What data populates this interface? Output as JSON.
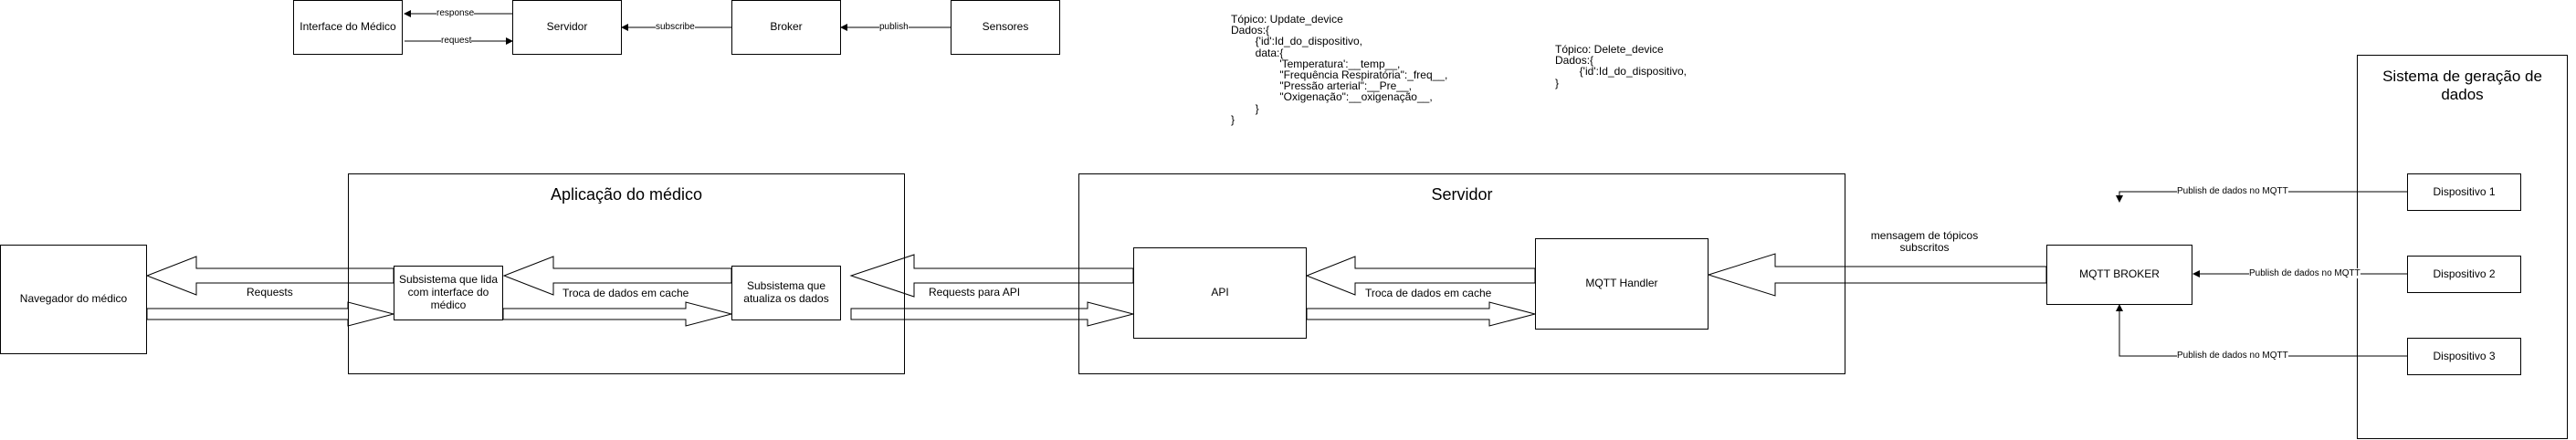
{
  "top_flow": {
    "interface": "Interface do Médico",
    "servidor": "Servidor",
    "broker": "Broker",
    "sensores": "Sensores",
    "response": "response",
    "request": "request",
    "subscribe": "subscribe",
    "publish": "publish"
  },
  "topics": {
    "update": {
      "lines": [
        "Tópico: Update_device",
        "Dados:{",
        "        {'id':Id_do_dispositivo,",
        "        data:{",
        "                'Temperatura':__temp__,",
        "                \"Frequência Respiratória\":_freq__,",
        "                \"Pressão arterial\":__Pre__,",
        "                \"Oxigenação\":__oxigenação__,",
        "        }",
        "}"
      ]
    },
    "delete": {
      "lines": [
        "Tópico: Delete_device",
        "Dados:{",
        "        {'id':Id_do_dispositivo,",
        "}"
      ]
    }
  },
  "app": {
    "title": "Aplicação do médico",
    "ui_subsystem": "Subsistema que lida com interface do médico",
    "cache_subsystem": "Subsistema que atualiza os dados",
    "cache_label": "Troca de dados em cache"
  },
  "browser": {
    "label": "Navegador do médico",
    "requests_label": "Requests"
  },
  "api_link": {
    "label": "Requests para API"
  },
  "server": {
    "title": "Servidor",
    "api": "API",
    "mqtt_handler": "MQTT Handler",
    "cache_label": "Troca de dados em cache"
  },
  "broker_link": {
    "label": "mensagem de tópicos subscritos"
  },
  "mqtt_broker": {
    "label": "MQTT BROKER"
  },
  "generation": {
    "title": "Sistema de geração de dados",
    "devices": [
      {
        "label": "Dispositivo 1",
        "link": "Publish de dados no MQTT"
      },
      {
        "label": "Dispositivo 2",
        "link": "Publish de dados no MQTT"
      },
      {
        "label": "Dispositivo 3",
        "link": "Publish de dados no MQTT"
      }
    ]
  },
  "colors": {
    "stroke": "#000000",
    "fill": "#ffffff"
  }
}
